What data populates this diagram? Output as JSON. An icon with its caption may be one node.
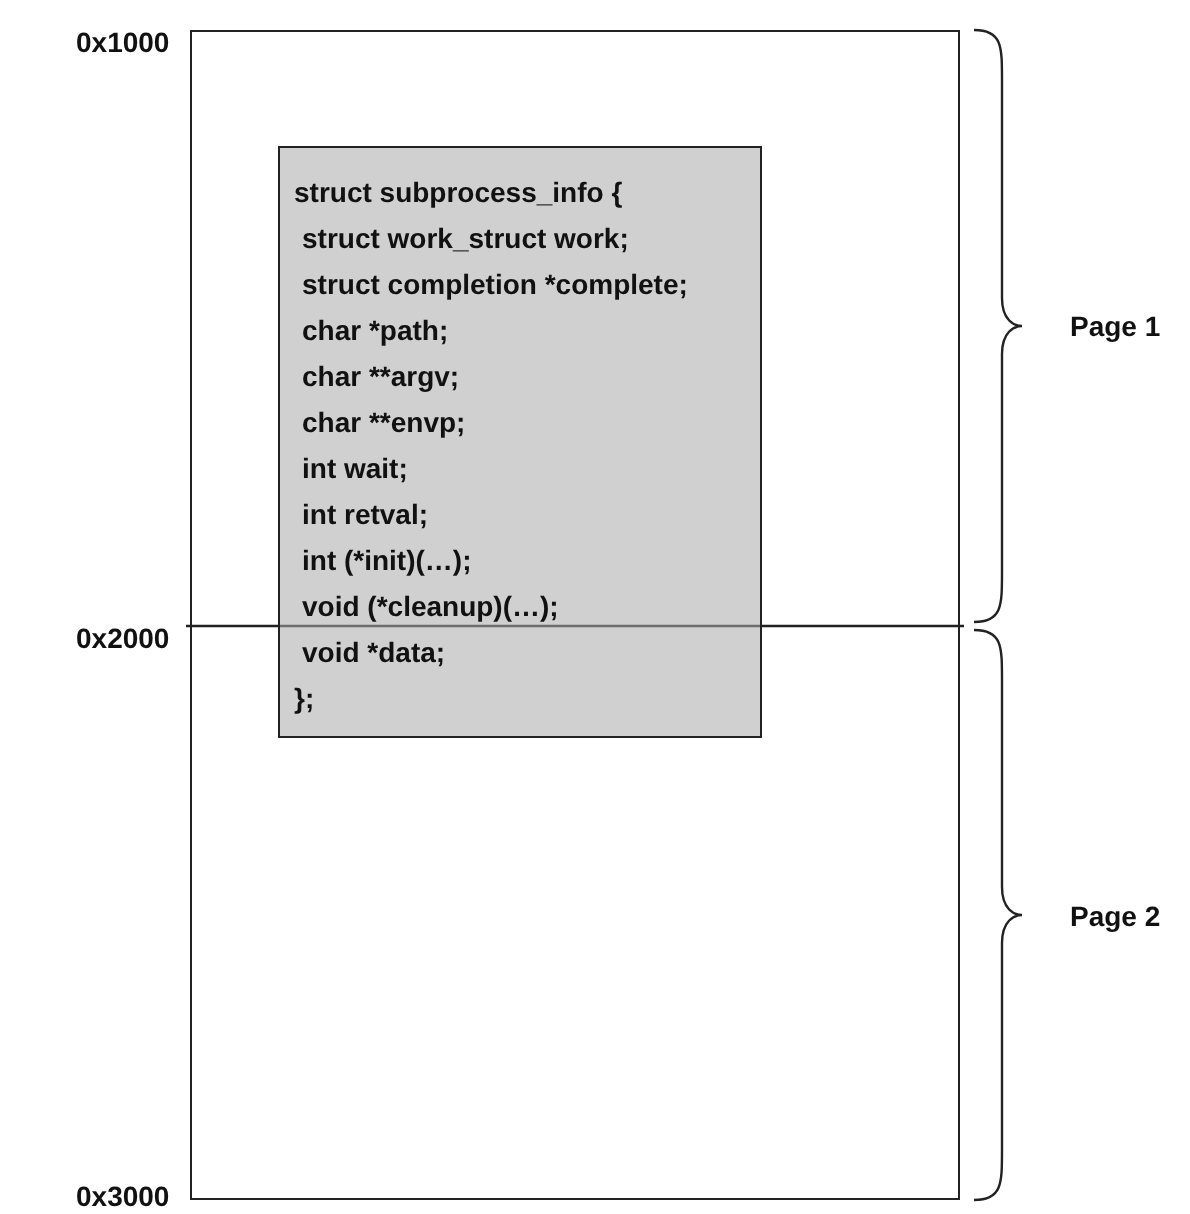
{
  "diagram": {
    "nodes": [
      {
        "text": [],
        "shape": "box"
      },
      {
        "text": [
          "struct subprocess_info {",
          "struct work_struct work;",
          "struct completion *complete;",
          "char *path;",
          "char **argv;",
          "char **envp;",
          "int wait;",
          "int retval;",
          "int (*init)(…);",
          "void (*cleanup)(…);",
          "void *data;",
          "};"
        ],
        "in": 0
      }
    ],
    "edges": [],
    "labels": [
      "0x1000",
      "Page 1",
      "0x2000",
      "Page 2",
      "0x3000"
    ]
  }
}
